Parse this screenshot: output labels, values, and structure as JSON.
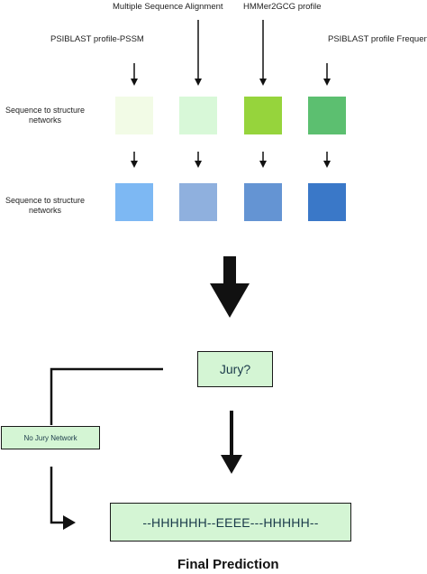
{
  "sources": {
    "msa": "Multiple Sequence Alignment",
    "hmmer": "HMMer2GCG profile",
    "pssm": "PSIBLAST profile-PSSM",
    "freq": "PSIBLAST profile Frequency"
  },
  "rows": {
    "row1_label": "Sequence to structure networks",
    "row2_label": "Sequence to structure networks"
  },
  "colors": {
    "row1": [
      "#f2fbe6",
      "#d8f8d8",
      "#96d43c",
      "#5cbf70"
    ],
    "row2": [
      "#7db8f3",
      "#8fb0de",
      "#6494d3",
      "#3a78c8"
    ],
    "box_fill": "#d4f5d4"
  },
  "jury": {
    "label": "Jury?"
  },
  "no_jury": {
    "label": "No Jury Network"
  },
  "result": {
    "sequence": "--HHHHHH--EEEE---HHHHH--"
  },
  "final_label": "Final Prediction"
}
